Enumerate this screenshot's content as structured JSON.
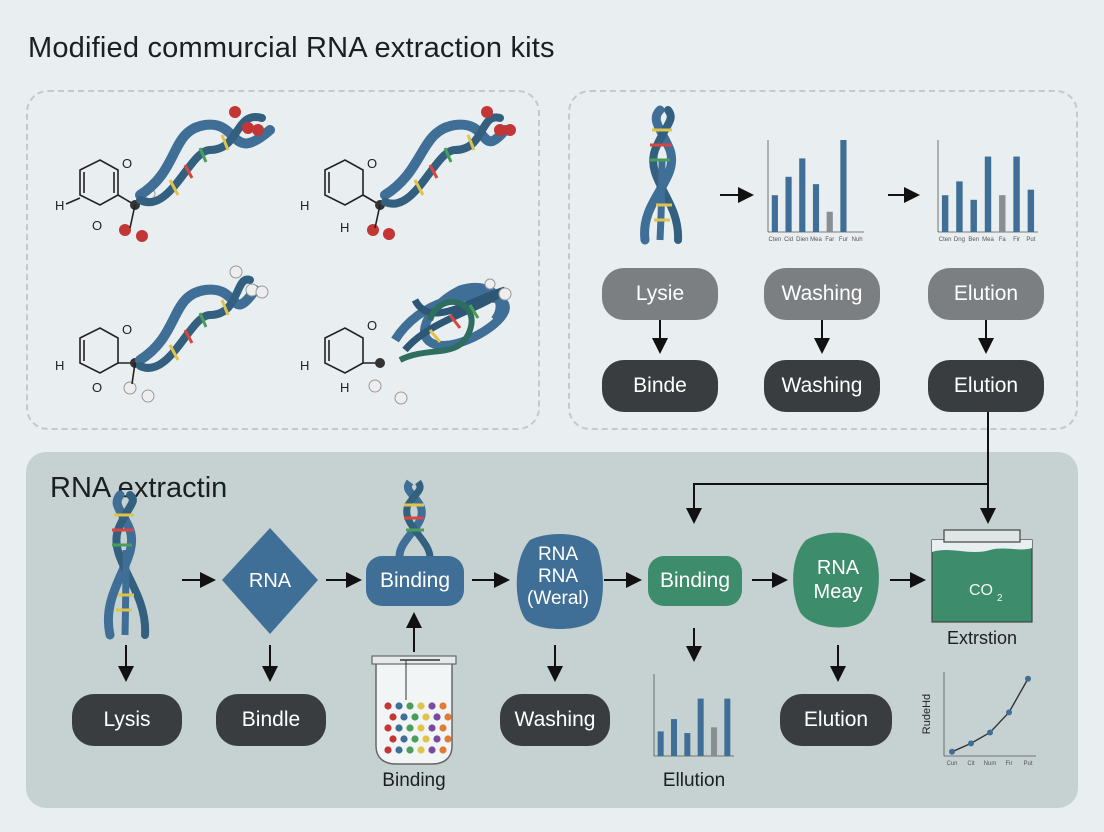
{
  "title": "Modified commurcial RNA extraction kits",
  "top_right": {
    "row1": [
      "Lysie",
      "Washing",
      "Elution"
    ],
    "row2": [
      "Binde",
      "Washing",
      "Elution"
    ],
    "chart1_labels": [
      "Cten",
      "Cid",
      "Dien",
      "Mea",
      "Far",
      "Fur",
      "Nuh"
    ],
    "chart2_labels": [
      "Cten",
      "Dng",
      "Ben",
      "Mea",
      "Fa",
      "Fir",
      "Put"
    ]
  },
  "panel": {
    "title": "RNA extractin",
    "nodes": {
      "rna_diamond": "RNA",
      "binding_blue": "Binding",
      "rna_weral_line1": "RNA",
      "rna_weral_line2": "RNA",
      "rna_weral_line3": "(Weral)",
      "binding_green": "Binding",
      "rna_meay_line1": "RNA",
      "rna_meay_line2": "Meay",
      "co2": "CO",
      "co2_sub": "2"
    },
    "bottom": [
      "Lysis",
      "Bindle",
      "Washing",
      "Elution"
    ],
    "captions": {
      "beaker": "Binding",
      "chart": "Ellution",
      "extraction": "Extrstion"
    },
    "line_chart": {
      "ylabel": "Rud⁠e⁠Hd",
      "xlabels": [
        "Cun",
        "Cit",
        "Num",
        "Fir",
        "Put"
      ]
    }
  },
  "molecules": {
    "h_label": "H",
    "o_label": "O"
  },
  "chart_data": [
    {
      "type": "bar",
      "categories": [
        "Cten",
        "Cid",
        "Dien",
        "Mea",
        "Far",
        "Fur",
        "Nuh"
      ],
      "values": [
        40,
        60,
        80,
        52,
        22,
        100,
        0
      ],
      "ylim": [
        0,
        100
      ]
    },
    {
      "type": "bar",
      "categories": [
        "Cten",
        "Dng",
        "Ben",
        "Mea",
        "Fa",
        "Fir",
        "Put"
      ],
      "values": [
        40,
        55,
        35,
        82,
        40,
        82,
        46
      ],
      "ylim": [
        0,
        100
      ]
    },
    {
      "type": "line",
      "x": [
        "Cun",
        "Cit",
        "Num",
        "Fir",
        "Put"
      ],
      "y": [
        5,
        15,
        28,
        52,
        92
      ],
      "ylim": [
        0,
        100
      ]
    }
  ],
  "colors": {
    "helix": "#3f6f96",
    "grey_pill": "#7c7f82",
    "dark_pill": "#3a3d40",
    "green": "#3d8c6b",
    "panel": "#c6d2d2"
  }
}
